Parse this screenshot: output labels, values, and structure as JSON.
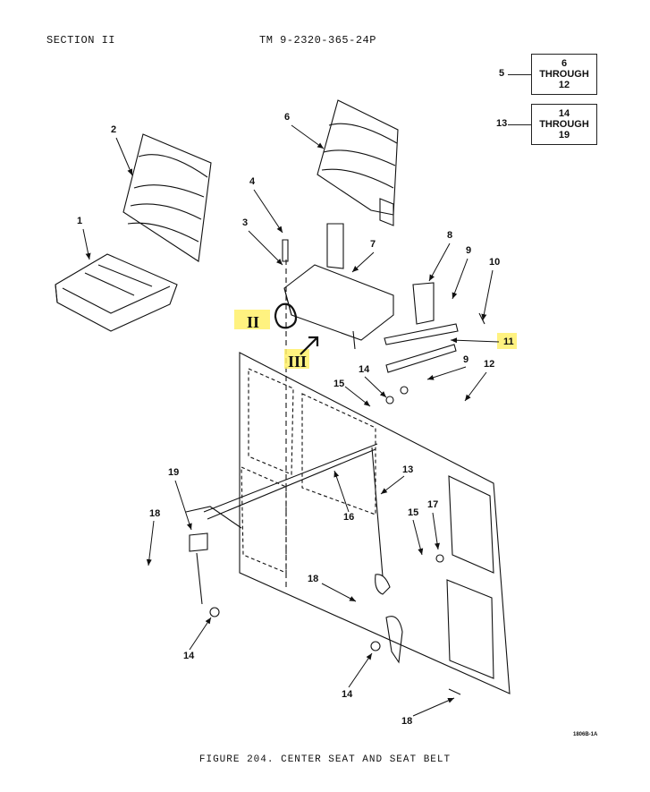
{
  "header": {
    "section": "SECTION II",
    "manual": "TM 9-2320-365-24P"
  },
  "references": [
    {
      "item": "5",
      "lines": [
        "6",
        "THROUGH",
        "12"
      ]
    },
    {
      "item": "13",
      "lines": [
        "14",
        "THROUGH",
        "19"
      ]
    }
  ],
  "callouts": [
    "1",
    "2",
    "3",
    "4",
    "6",
    "7",
    "8",
    "9",
    "10",
    "11",
    "9",
    "12",
    "14",
    "15",
    "19",
    "18",
    "13",
    "16",
    "15",
    "17",
    "18",
    "14",
    "14",
    "18"
  ],
  "handwritten_marks": [
    "II",
    "III"
  ],
  "figure": {
    "caption": "FIGURE 204.  CENTER SEAT AND SEAT BELT",
    "code": "1806B-1A"
  },
  "colors": {
    "ink": "#111111",
    "highlight": "#fff06a"
  }
}
